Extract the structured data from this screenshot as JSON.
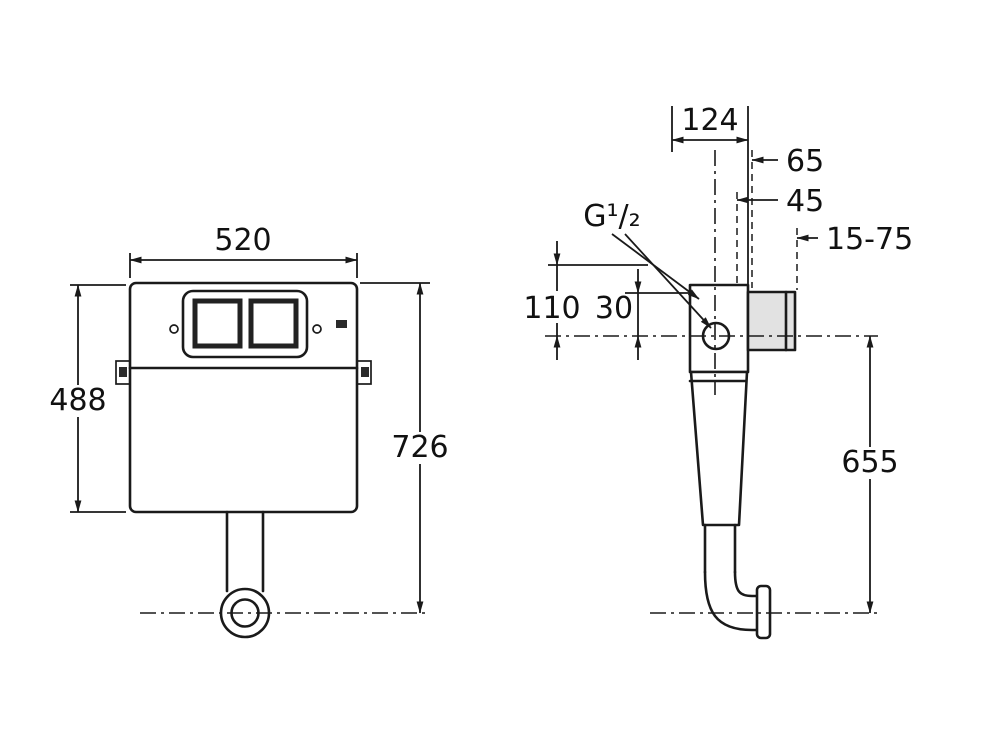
{
  "drawing": {
    "type": "technical-dimension-drawing",
    "line_color": "#1a1a1a",
    "background": "#ffffff",
    "fill_light": "#e2e2e2"
  },
  "front_view": {
    "width": "520",
    "body_height": "488",
    "total_height": "726"
  },
  "side_view": {
    "depth": "124",
    "offset_a": "65",
    "offset_b": "45",
    "thread_size": "G¹/₂",
    "inlet_adjust_range": "15-75",
    "top_offset": "110",
    "small_offset": "30",
    "outlet_center_height": "655"
  }
}
